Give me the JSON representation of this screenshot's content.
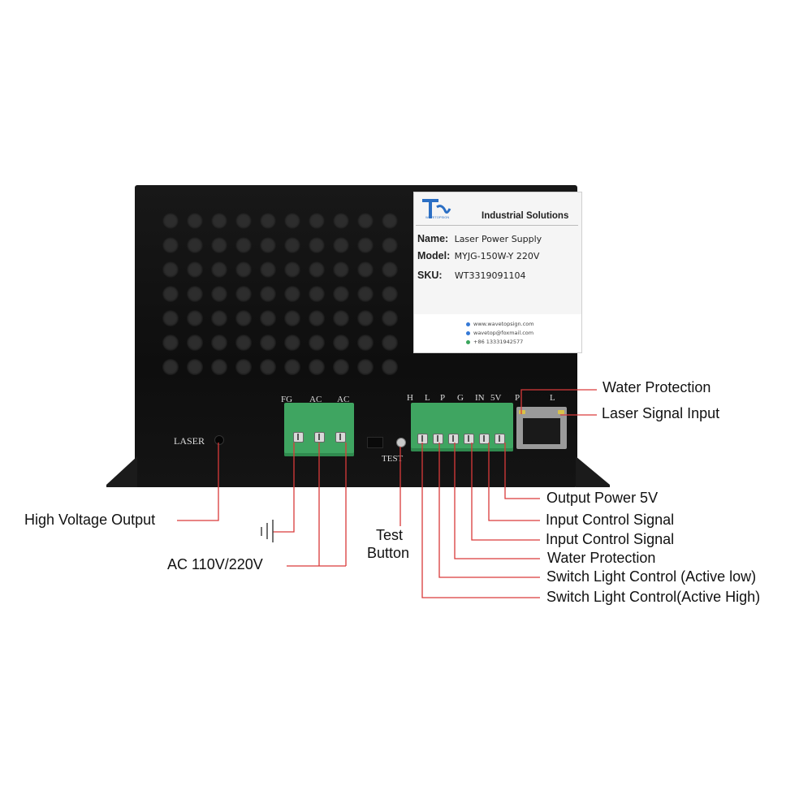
{
  "device": {
    "panel_label": "LASER",
    "test_label": "TEST",
    "ac_terminals": [
      "FG",
      "AC",
      "AC"
    ],
    "control_terminals": [
      "H",
      "L",
      "P",
      "G",
      "IN",
      "5V"
    ],
    "rj_labels": [
      "P",
      "L"
    ]
  },
  "sticker": {
    "logo_text": "WAVETOPSIGN",
    "brand_tagline": "Industrial Solutions",
    "name_key": "Name:",
    "name_value": "Laser Power Supply",
    "model_key": "Model:",
    "model_value": "MYJG-150W-Y 220V",
    "sku_key": "SKU:",
    "sku_value": "WT3319091104",
    "website": "www.wavetopsign.com",
    "email": "wavetop@foxmail.com",
    "phone": "+86 13331942577"
  },
  "annotations": {
    "water_protection_top": "Water Protection",
    "laser_signal_input": "Laser Signal Input",
    "high_voltage_output": "High Voltage Output",
    "ac_input": "AC 110V/220V",
    "test_button_line1": "Test",
    "test_button_line2": "Button",
    "output_power": "Output Power 5V",
    "input_control_1": "Input Control Signal",
    "input_control_2": "Input Control Signal",
    "water_protection": "Water Protection",
    "switch_light_low": "Switch Light Control (Active low)",
    "switch_light_high": "Switch Light Control(Active High)"
  },
  "colors": {
    "annotation_line": "#d93a3a",
    "terminal_green": "#3fa561",
    "chassis": "#141414"
  }
}
